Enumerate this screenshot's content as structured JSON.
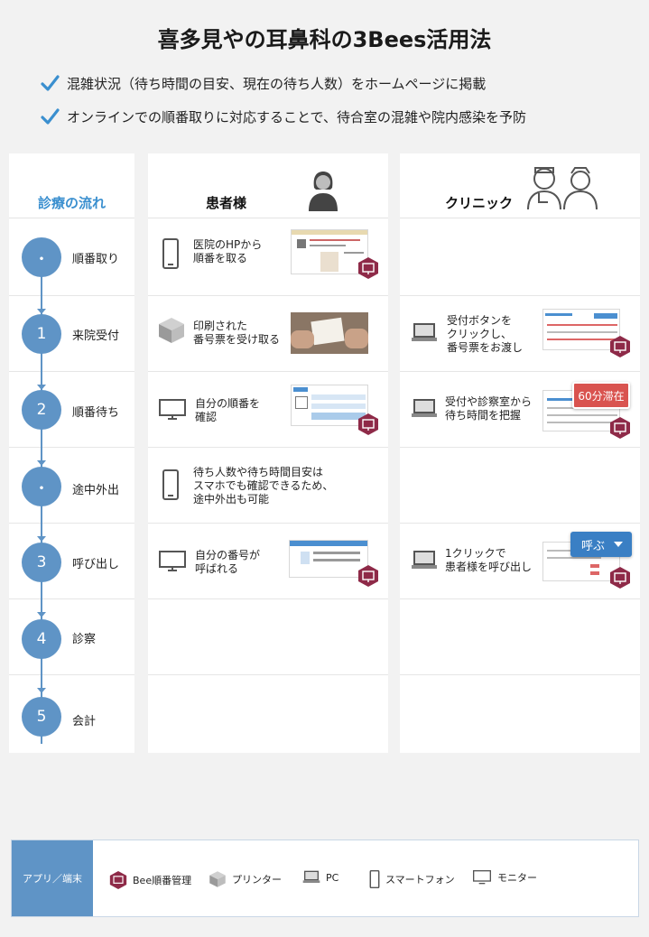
{
  "title": "喜多見やの耳鼻科の3Bees活用法",
  "bullets": [
    "混雑状況（待ち時間の目安、現在の待ち人数）をホームページに掲載",
    "オンラインでの順番取りに対応することで、待合室の混雑や院内感染を予防"
  ],
  "columns": {
    "flow": "診療の流れ",
    "patient": "患者様",
    "clinic": "クリニック"
  },
  "steps": [
    {
      "num": "・",
      "label": "順番取り"
    },
    {
      "num": "1",
      "label": "来院受付"
    },
    {
      "num": "2",
      "label": "順番待ち"
    },
    {
      "num": "・",
      "label": "途中外出"
    },
    {
      "num": "3",
      "label": "呼び出し"
    },
    {
      "num": "4",
      "label": "診察"
    },
    {
      "num": "5",
      "label": "会計"
    }
  ],
  "patient": {
    "row1": "医院のHPから\n順番を取る",
    "row2": "印刷された\n番号票を受け取る",
    "row3": "自分の順番を\n確認",
    "row4": "待ち人数や待ち時間目安は\nスマホでも確認できるため、\n途中外出も可能",
    "row5": "自分の番号が\n呼ばれる"
  },
  "clinic": {
    "row2": "受付ボタンを\nクリックし、\n番号票をお渡し",
    "row3": "受付や診察室から\n待ち時間を把握",
    "row5": "1クリックで\n患者様を呼び出し"
  },
  "badges": {
    "wait": "60分滞在",
    "call": "呼ぶ"
  },
  "legend": {
    "heading": "アプリ／端末",
    "items": [
      {
        "icon": "bee-app-icon",
        "label": "Bee順番管理"
      },
      {
        "icon": "printer-icon",
        "label": "プリンター"
      },
      {
        "icon": "pc-icon",
        "label": "PC"
      },
      {
        "icon": "smartphone-icon",
        "label": "スマートフォン"
      },
      {
        "icon": "monitor-icon",
        "label": "モニター"
      }
    ]
  },
  "colors": {
    "accent": "#5f94c6",
    "bee": "#8e2a48",
    "alert": "#d9534f",
    "button": "#3a7fc4"
  }
}
